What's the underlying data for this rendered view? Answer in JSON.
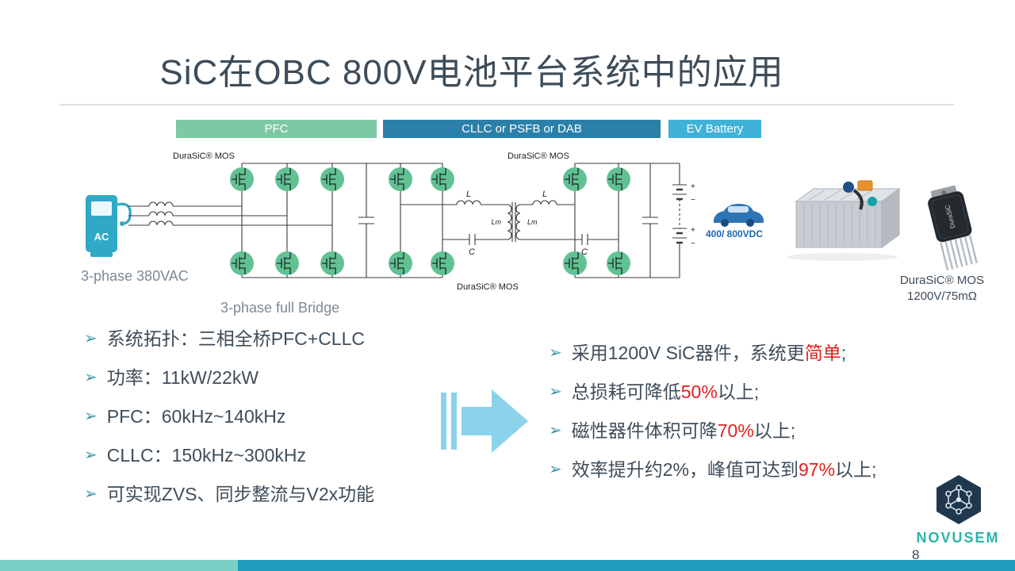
{
  "slide": {
    "title": "SiC在OBC 800V电池平台系统中的应用",
    "page_number": "8"
  },
  "stage_bars": {
    "pfc": "PFC",
    "cllc": "CLLC or PSFB or DAB",
    "ev": "EV Battery"
  },
  "circuit": {
    "durasic_label_1": "DuraSiC® MOS",
    "durasic_label_2": "DuraSiC® MOS",
    "durasic_label_3": "DuraSiC® MOS",
    "ac_label": "AC",
    "input_label": "3-phase 380VAC",
    "bridge_label": "3-phase full Bridge",
    "dc_label": "400/ 800VDC",
    "plus": "+",
    "minus": "−",
    "l1": "L",
    "lm1": "Lm",
    "l2": "L",
    "lm2": "Lm",
    "c1": "C",
    "c2": "C"
  },
  "product": {
    "name": "DuraSiC® MOS",
    "spec": "1200V/75mΩ",
    "package_text": "DuraSiC"
  },
  "left_bullets": [
    {
      "text": "系统拓扑：三相全桥PFC+CLLC"
    },
    {
      "text": "功率：11kW/22kW"
    },
    {
      "text": "PFC：60kHz~140kHz"
    },
    {
      "text": "CLLC：150kHz~300kHz"
    },
    {
      "text": "可实现ZVS、同步整流与V2x功能"
    }
  ],
  "right_bullets": [
    {
      "pre": "采用1200V SiC器件，系统更",
      "highlight": "简单",
      "post": ";"
    },
    {
      "pre": "总损耗可降低",
      "highlight": "50%",
      "post": "以上;"
    },
    {
      "pre": "磁性器件体积可降",
      "highlight": "70%",
      "post": "以上;"
    },
    {
      "pre": "效率提升约2%，峰值可达到",
      "highlight": "97%",
      "post": "以上;"
    }
  ],
  "logo": {
    "text": "NOVUSEM"
  },
  "colors": {
    "title_text": "#3d4c59",
    "pfc_bar": "#7cc9a4",
    "cllc_bar": "#2b80a9",
    "ev_bar": "#40b1d7",
    "mosfet_circle": "#62c193",
    "charger_teal": "#2fa9c5",
    "highlight_red": "#e01f1f",
    "arrow_blue": "#8bd3ea",
    "bottom_bar_left": "#7ad0c4",
    "bottom_bar_right": "#1e9ebc",
    "logo_navy": "#20384d",
    "logo_teal": "#2cb3a8",
    "dc_blue": "#1b66b3"
  }
}
